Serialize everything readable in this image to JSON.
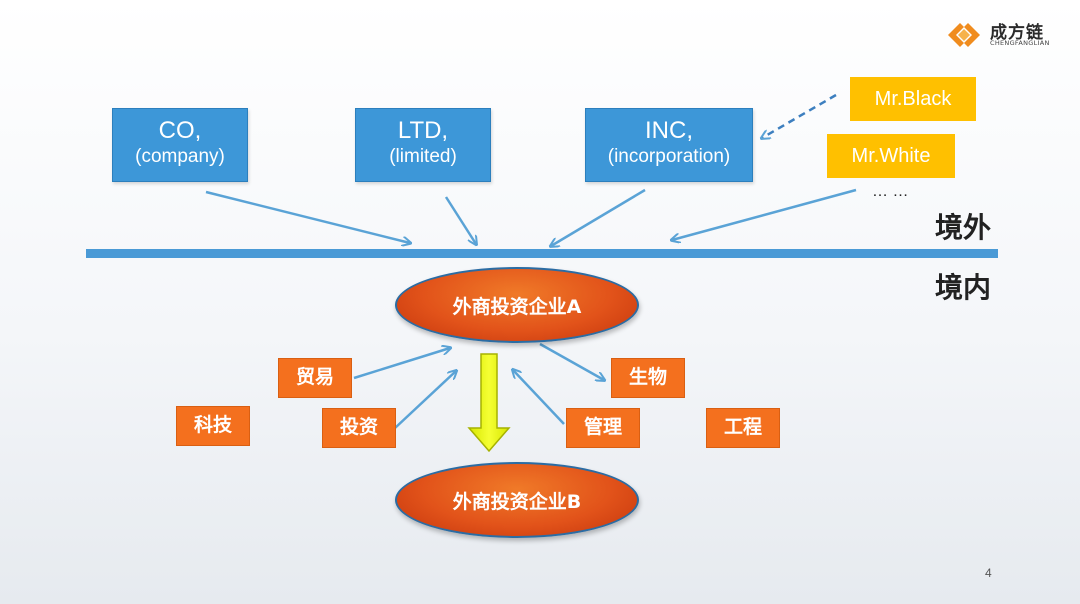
{
  "logo": {
    "title": "成方链",
    "subtitle": "CHENGFANGLIAN",
    "colors": {
      "orange": "#f08c1e",
      "dark": "#2b2b2b"
    }
  },
  "offshore_entities": [
    {
      "line1": "CO,",
      "line2": "(company)"
    },
    {
      "line1": "LTD,",
      "line2": "(limited)"
    },
    {
      "line1": "INC,",
      "line2": "(incorporation)"
    }
  ],
  "individuals": [
    {
      "label": "Mr.Black"
    },
    {
      "label": "Mr.White"
    }
  ],
  "individuals_more": "… …",
  "regions": {
    "offshore": "境外",
    "onshore": "境内"
  },
  "fie_a": "外商投资企业A",
  "fie_b": "外商投资企业B",
  "industries": {
    "trade": "贸易",
    "tech": "科技",
    "investment": "投资",
    "biology": "生物",
    "management": "管理",
    "engineering": "工程"
  },
  "page_number": "4",
  "colors": {
    "blue_box": "#3d97d8",
    "yellow_box": "#ffc000",
    "orange_box": "#f4701e",
    "divider": "#4a9ad6",
    "arrow": "#5aa3d6",
    "down_arrow": "#e9f500"
  }
}
